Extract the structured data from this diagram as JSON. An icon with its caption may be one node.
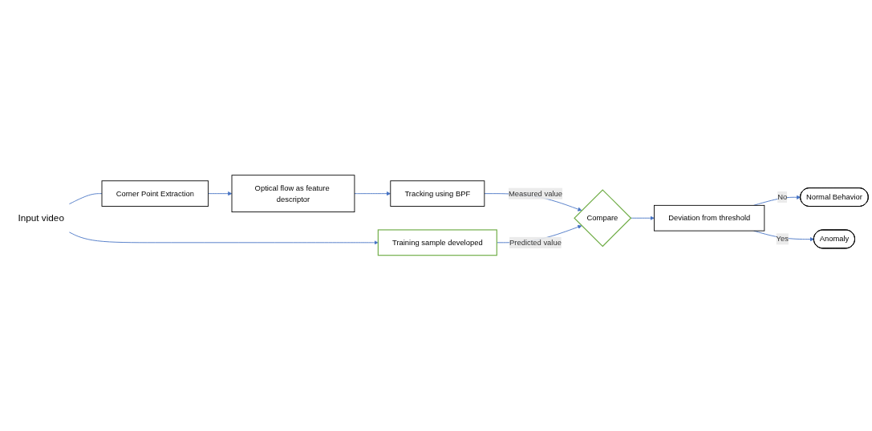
{
  "diagram": {
    "nodes": [
      {
        "text": [
          "Input video"
        ]
      },
      {
        "text": [
          "Corner Point Extraction"
        ]
      },
      {
        "text": [
          "Optical flow as feature descriptor"
        ]
      },
      {
        "text": [
          "Tracking using BPF"
        ]
      },
      {
        "text": [
          "Compare"
        ]
      },
      {
        "text": [
          "Training sample developed"
        ]
      },
      {
        "text": [
          "Deviation from threshold"
        ]
      },
      {
        "text": [
          "Normal Behavior"
        ]
      },
      {
        "text": [
          "Anomaly"
        ]
      }
    ],
    "edges": [
      {
        "from": 0,
        "to": 1,
        "arrow": "none"
      },
      {
        "from": 0,
        "to": 5,
        "arrow": "to"
      },
      {
        "from": 1,
        "to": 2,
        "arrow": "to"
      },
      {
        "from": 2,
        "to": 3,
        "arrow": "to"
      },
      {
        "from": 3,
        "to": 4,
        "arrow": "to",
        "label": "Measured value"
      },
      {
        "from": 5,
        "to": 4,
        "arrow": "to",
        "label": "Predicted value"
      },
      {
        "from": 4,
        "to": 6,
        "arrow": "to"
      },
      {
        "from": 6,
        "to": 7,
        "arrow": "to",
        "label": "No"
      },
      {
        "from": 6,
        "to": 8,
        "arrow": "to",
        "label": "Yes"
      }
    ]
  }
}
